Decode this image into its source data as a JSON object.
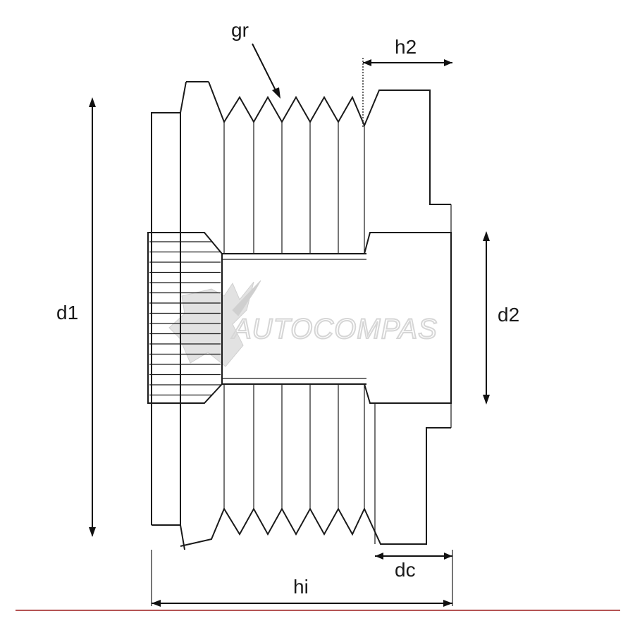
{
  "labels": {
    "gr": "gr",
    "h2": "h2",
    "d1": "d1",
    "d2": "d2",
    "dc": "dc",
    "hi": "hi"
  },
  "watermark": {
    "text": "AUTOCOMPAS"
  },
  "colors": {
    "line": "#1a1a1a",
    "watermark": "#d6d6d6",
    "baseline": "#9b1c1c"
  }
}
